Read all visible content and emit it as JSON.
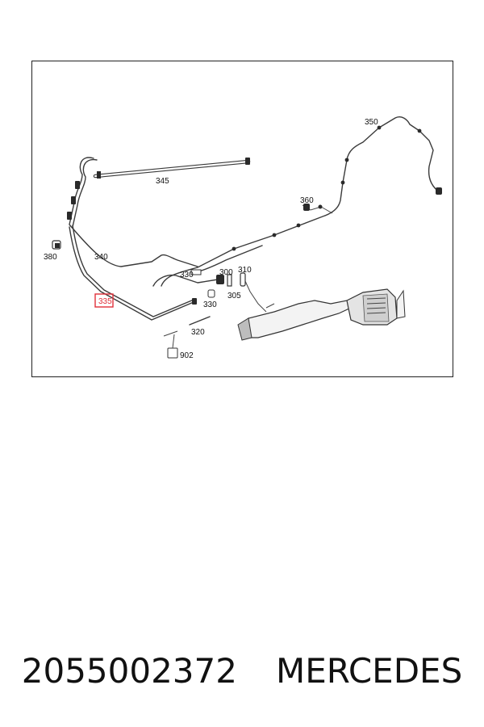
{
  "callouts": {
    "c350": "350",
    "c345": "345",
    "c360": "360",
    "c380": "380",
    "c340": "340",
    "c300": "300",
    "c310": "310",
    "c330a": "330",
    "c330b": "330",
    "c305": "305",
    "c335": "335",
    "c320": "320",
    "c902": "902"
  },
  "highlight": {
    "callout": "335",
    "color": "#e0303a"
  },
  "caption": {
    "part_number": "2055002372",
    "brand": "MERCEDES"
  }
}
